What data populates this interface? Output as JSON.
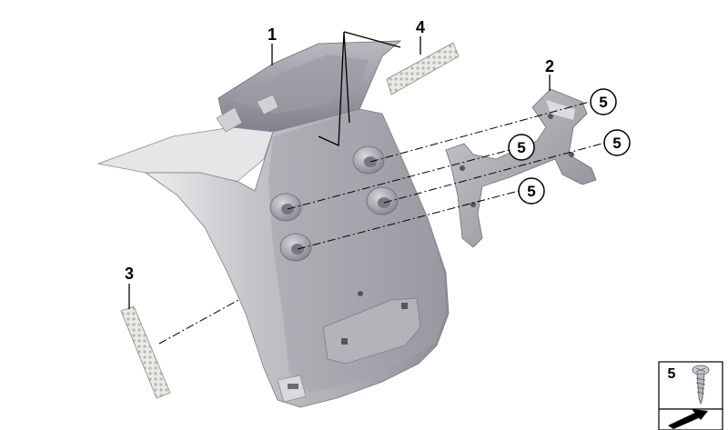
{
  "callouts": {
    "part1": "1",
    "part2": "2",
    "part3": "3",
    "part4": "4",
    "part5_a": "5",
    "part5_b": "5",
    "part5_c": "5",
    "part5_d": "5"
  },
  "legend": {
    "item_number": "5",
    "item_icon": "self-tapping-screw-icon",
    "nav_icon": "arrow-icon"
  },
  "colors": {
    "part_light": "#d8d8dc",
    "part_mid": "#b4b4ba",
    "part_dark": "#8e8e96",
    "line": "#000000"
  }
}
